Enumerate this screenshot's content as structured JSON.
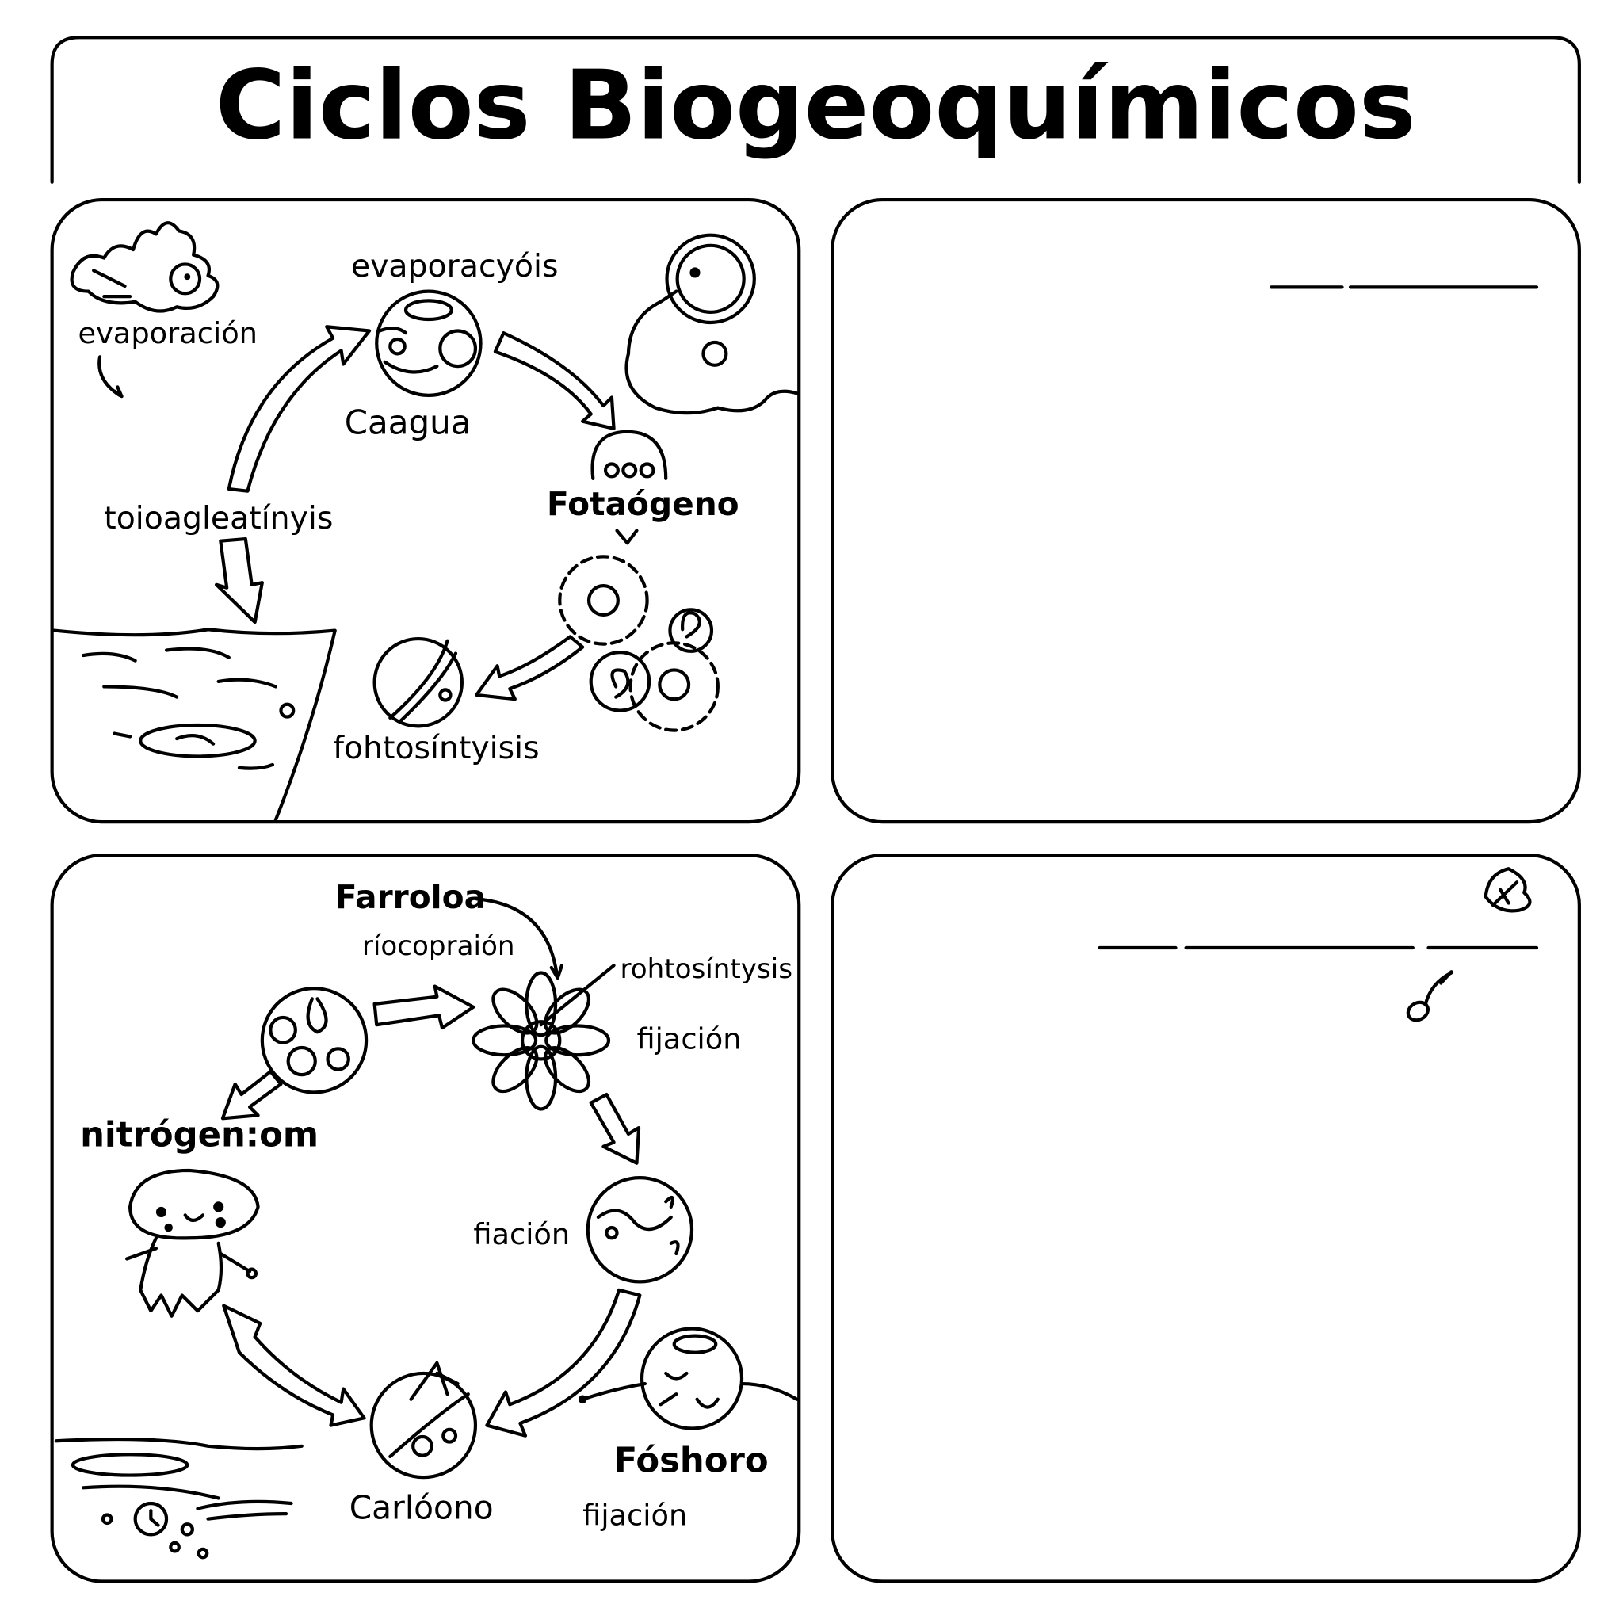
{
  "title": "Ciclos Biogeoquímicos",
  "panel_water": {
    "labels": {
      "top": "evaporacyóis",
      "left_top": "evaporación",
      "center": "Caagua",
      "left_mid": "toioagleatínyis",
      "right": "Fotaógeno",
      "bottom": "fohtosíntyisis"
    }
  },
  "panel_nitrogen": {
    "labels": {
      "top_bold": "Farroloa",
      "top": "ríocopraión",
      "top_right": "rohtosíntysis",
      "right_top": "fijación",
      "left_bold": "nitrógen:om",
      "right_mid": "fiación",
      "phosphorus": "Fóshoro",
      "carbon": "Carlóono",
      "bottom_right": "fijación"
    }
  },
  "panel_blank_top": {
    "answer_lines": 2
  },
  "panel_blank_bottom": {
    "answer_lines": 3,
    "icons": [
      "leaf-icon",
      "music-note-icon"
    ]
  }
}
